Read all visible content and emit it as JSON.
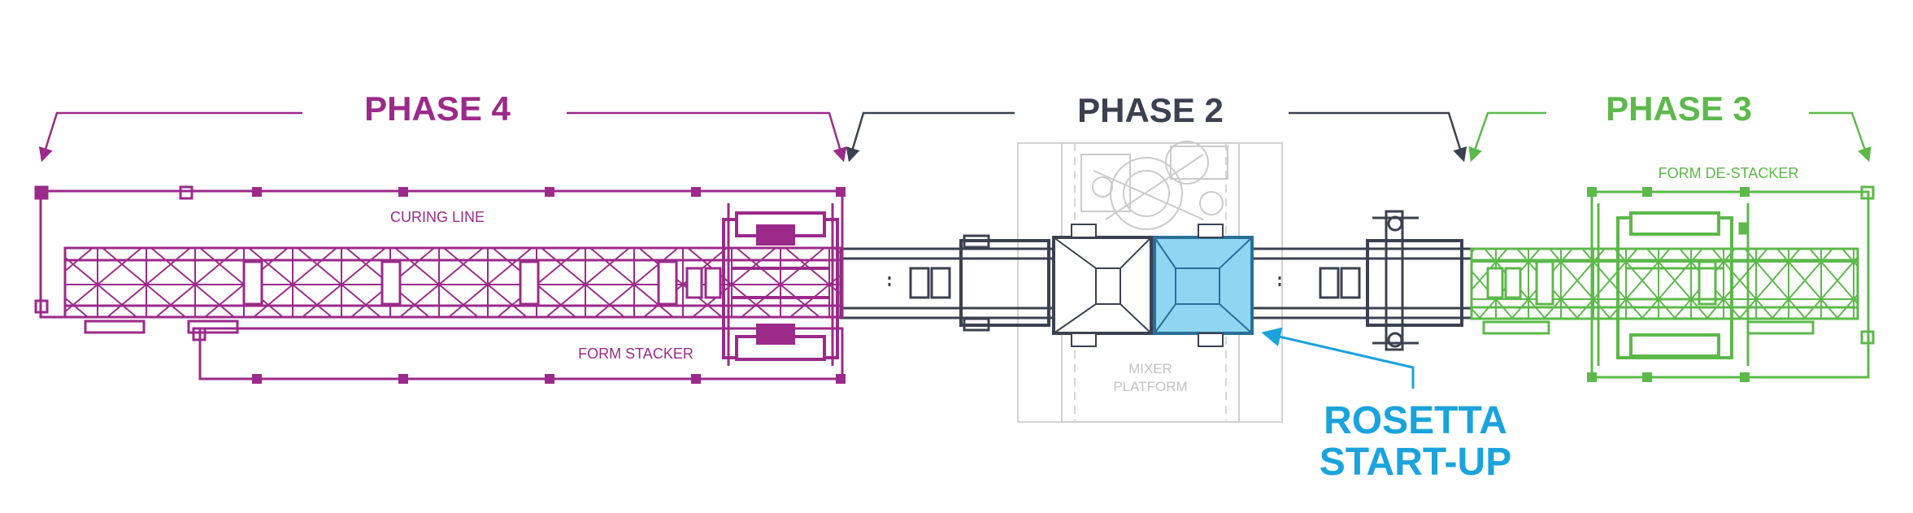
{
  "colors": {
    "phase4": "#9b2a8a",
    "phase2": "#3c4150",
    "phase3": "#5cb94a",
    "rosetta": "#1aa3dc",
    "rosetta_fill": "#8fd6f2",
    "platform": "#c9c9c9"
  },
  "phases": {
    "phase4": {
      "title": "PHASE 4"
    },
    "phase2": {
      "title": "PHASE 2"
    },
    "phase3": {
      "title": "PHASE 3"
    }
  },
  "labels": {
    "curing_line": "CURING LINE",
    "form_stacker": "FORM STACKER",
    "form_destacker": "FORM DE-STACKER",
    "mixer_platform_1": "MIXER",
    "mixer_platform_2": "PLATFORM"
  },
  "callout": {
    "line1": "ROSETTA",
    "line2": "START-UP"
  }
}
